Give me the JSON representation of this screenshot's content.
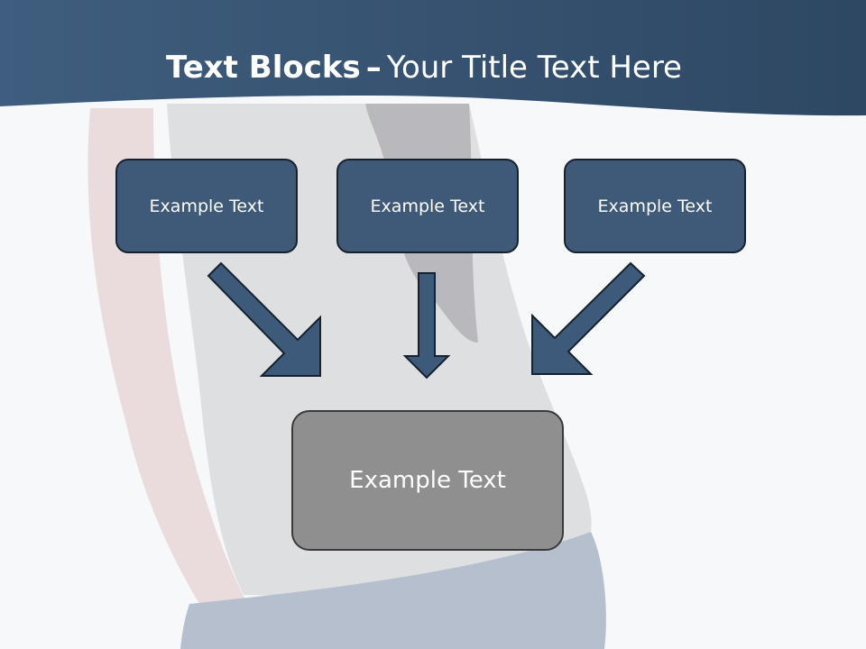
{
  "slide": {
    "title_bold": "Text Blocks",
    "title_separator": "–",
    "title_rest": "Your Title Text Here"
  },
  "blocks": {
    "left": "Example Text",
    "center": "Example Text",
    "right": "Example Text",
    "target": "Example Text"
  },
  "colors": {
    "header": "#3d5a7a",
    "block_fill": "#3f5a78",
    "block_border": "#15212e",
    "target_fill": "#8f8f8f",
    "arrow_fill": "#3d5a7a"
  }
}
